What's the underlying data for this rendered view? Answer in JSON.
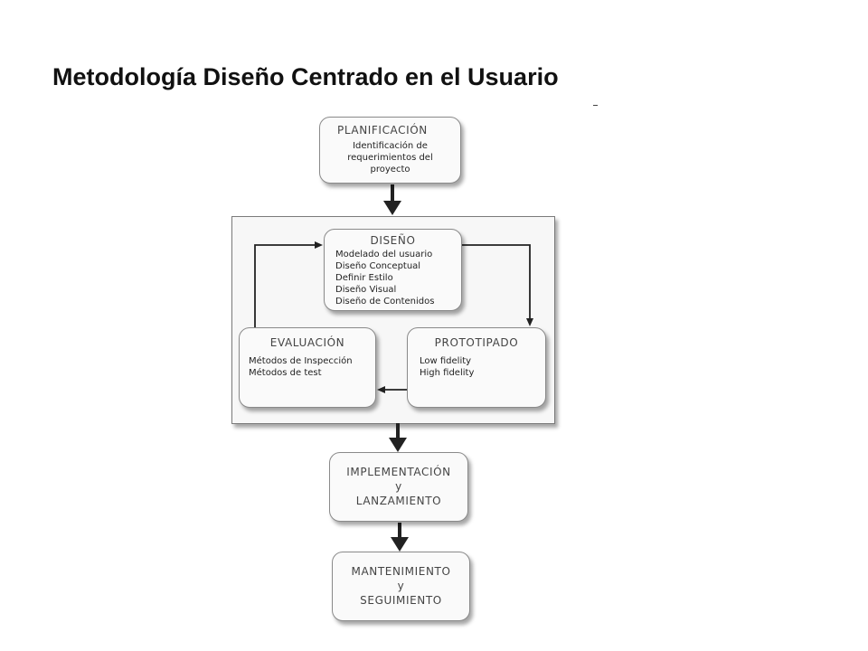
{
  "slide": {
    "title": "Metodología Diseño Centrado en el Usuario"
  },
  "diagram": {
    "planificacion": {
      "title": "PLANIFICACIÓN",
      "lines": [
        "Identificación de",
        "requerimientos del",
        "proyecto"
      ]
    },
    "diseno": {
      "title": "DISEÑO",
      "lines": [
        "Modelado del usuario",
        "Diseño Conceptual",
        "Definir Estilo",
        "Diseño Visual",
        "Diseño de Contenidos"
      ]
    },
    "evaluacion": {
      "title": "EVALUACIÓN",
      "lines": [
        "Métodos de Inspección",
        "Métodos de test"
      ]
    },
    "prototipado": {
      "title": "PROTOTIPADO",
      "lines": [
        "Low fidelity",
        "High fidelity"
      ]
    },
    "implementacion": {
      "lines": [
        "IMPLEMENTACIÓN",
        "y",
        "LANZAMIENTO"
      ]
    },
    "mantenimiento": {
      "lines": [
        "MANTENIMIENTO",
        "y",
        "SEGUIMIENTO"
      ]
    }
  }
}
